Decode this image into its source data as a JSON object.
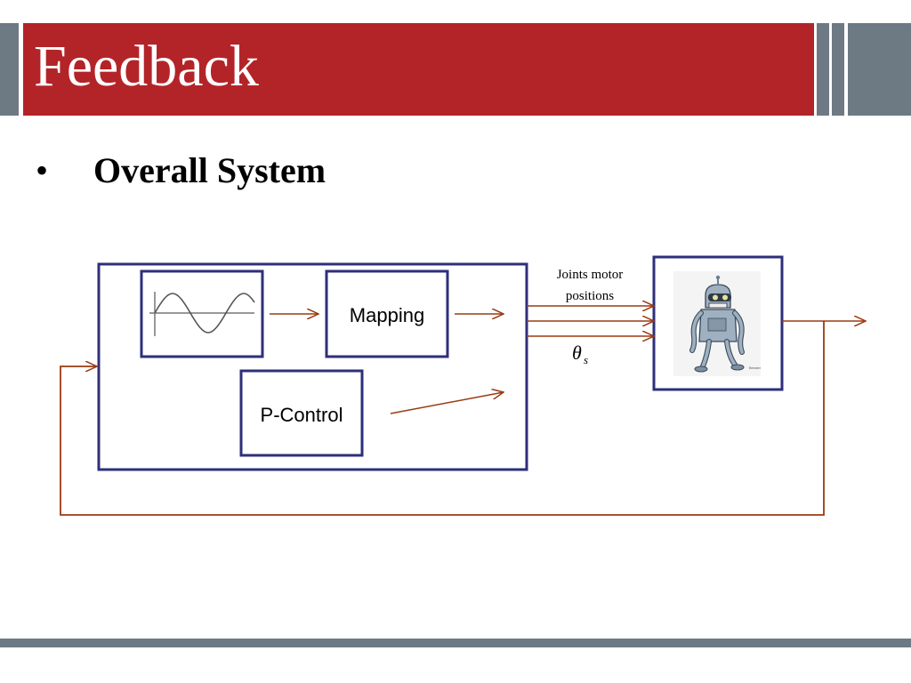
{
  "slide": {
    "title": "Feedback",
    "bullet_symbol": "•",
    "bullet_text": "Overall System"
  },
  "diagram": {
    "mapping_label": "Mapping",
    "pcontrol_label": "P-Control",
    "joints_label_line1": "Joints motor",
    "joints_label_line2": "positions",
    "theta_symbol": "θ",
    "theta_subscript": "s",
    "robot_caption": "Bender"
  },
  "colors": {
    "header_red": "#b32428",
    "header_gray": "#6d7a84",
    "block_border": "#2e2f7a",
    "arrow": "#9a3b12"
  }
}
